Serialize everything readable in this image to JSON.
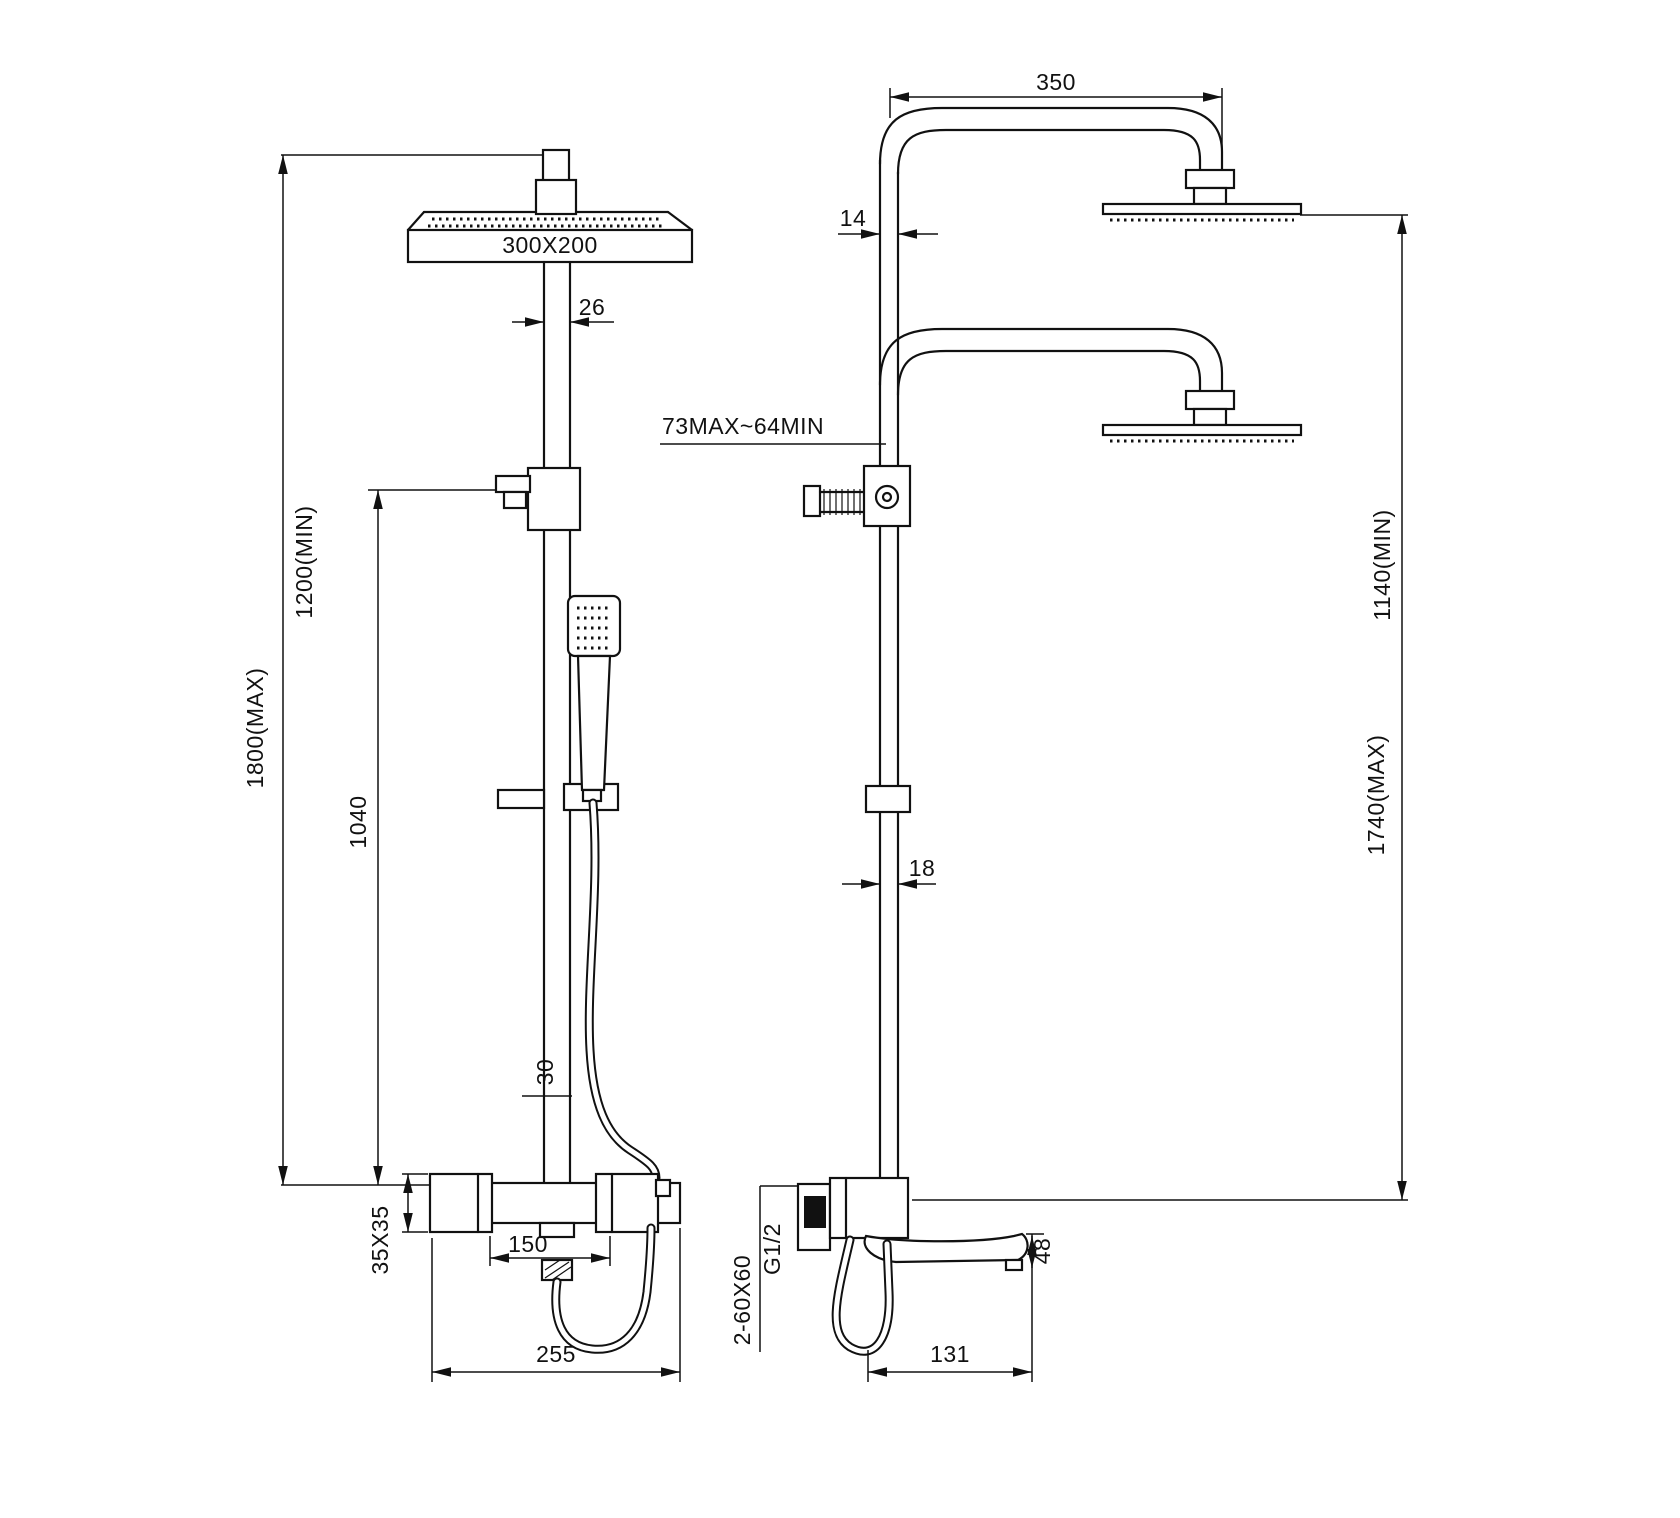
{
  "colors": {
    "ink": "#111111",
    "paper": "#ffffff"
  },
  "front_view": {
    "head_size": "300X200",
    "pipe_width_top": "26",
    "height_min": "1200(MIN)",
    "height_max": "1800(MAX)",
    "riser_length": "1040",
    "pipe_width_bottom": "30",
    "valve_body_section": "35X35",
    "inlet_spacing": "150",
    "valve_length": "255"
  },
  "side_view": {
    "arm_reach": "350",
    "arm_tube": "14",
    "bracket_range": "73MAX~64MIN",
    "head_height_min": "1140(MIN)",
    "head_height_max": "1740(MAX)",
    "pipe_width": "18",
    "spout_height": "48",
    "inlet_thread": "G1/2",
    "wall_plates": "2-60X60",
    "spout_reach": "131"
  }
}
